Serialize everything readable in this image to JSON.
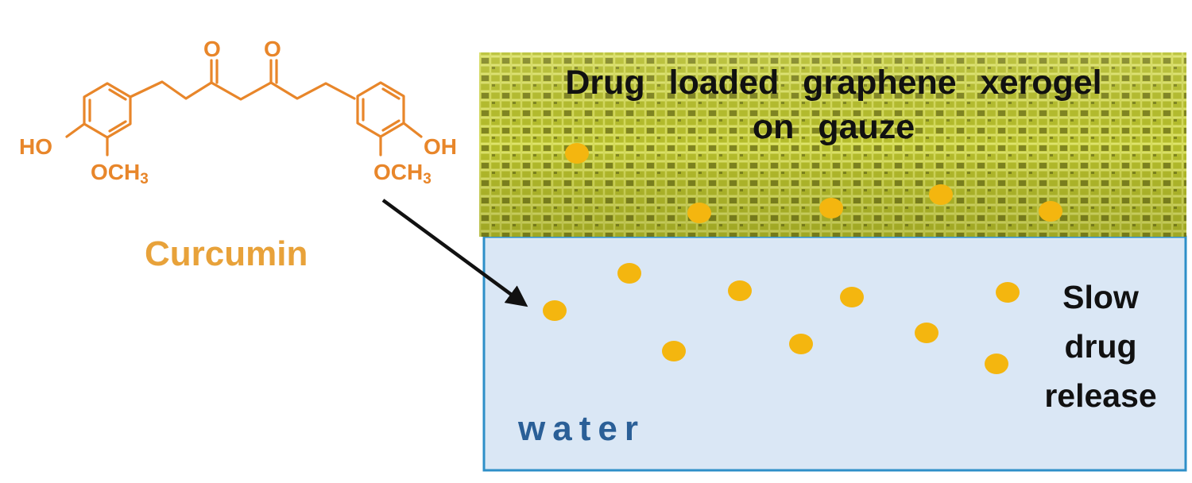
{
  "molecule": {
    "name": "Curcumin",
    "atoms": {
      "o_left": "O",
      "o_right": "O",
      "ho": "HO",
      "oh": "OH",
      "och3_left": "OCH",
      "och3_right": "OCH",
      "sub3": "3"
    },
    "color": "#E8862A",
    "name_color": "#E8A23A"
  },
  "gauze": {
    "label_line1": "Drug loaded graphene xerogel",
    "label_line2": "on gauze",
    "color": "#B9C22A"
  },
  "water": {
    "label": "water",
    "fill": "#DAE7F5",
    "border": "#2E8FC8",
    "label_color": "#2A5F97"
  },
  "release": {
    "line1": "Slow",
    "line2": "drug",
    "line3": "release"
  },
  "drug_particle_color": "#F4B60F"
}
